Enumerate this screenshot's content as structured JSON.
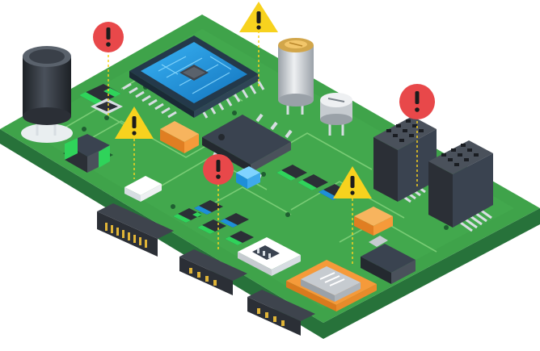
{
  "scene": {
    "subject": "pcb-with-warning-markers",
    "colors": {
      "board_top": "#3fa34a",
      "board_side": "#27723a",
      "board_dark": "#1f5e31",
      "trace": "#7fd07a",
      "chip_blue": "#1e8fd8",
      "chip_dark": "#24394a",
      "pin": "#d7dde2",
      "alert_red": "#e8484a",
      "alert_yellow": "#f7d21e",
      "connector_gold": "#e0b437",
      "orange": "#f59a3a",
      "capacitor_black": "#2b2f36",
      "capacitor_silver": "#c6cbd0",
      "header_dark": "#3a4350"
    },
    "markers": [
      {
        "kind": "error",
        "icon": "exclamation-circle-icon",
        "glyph": "!"
      },
      {
        "kind": "warning",
        "icon": "warning-triangle-icon",
        "glyph": "!"
      },
      {
        "kind": "warning",
        "icon": "warning-triangle-icon",
        "glyph": "!"
      },
      {
        "kind": "error",
        "icon": "exclamation-circle-icon",
        "glyph": "!"
      },
      {
        "kind": "error",
        "icon": "exclamation-circle-icon",
        "glyph": "!"
      },
      {
        "kind": "warning",
        "icon": "warning-triangle-icon",
        "glyph": "!"
      }
    ]
  }
}
